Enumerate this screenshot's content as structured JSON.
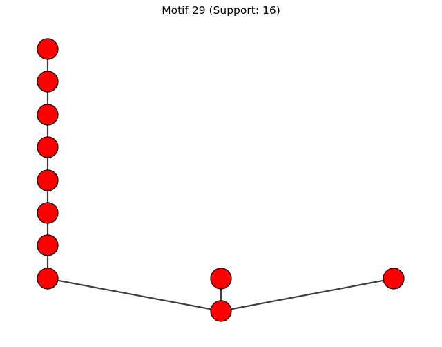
{
  "title": "Motif 29 (Support: 16)",
  "colors": {
    "node_fill": "#ff0000",
    "node_stroke": "#000000",
    "edge": "#404040",
    "background": "#ffffff"
  },
  "graph": {
    "nodes": [
      "n1",
      "n2",
      "n3",
      "n4",
      "n5",
      "n6",
      "n7",
      "n8",
      "n9",
      "n10",
      "n11"
    ],
    "edges": [
      [
        "n1",
        "n2"
      ],
      [
        "n2",
        "n3"
      ],
      [
        "n3",
        "n4"
      ],
      [
        "n4",
        "n5"
      ],
      [
        "n5",
        "n6"
      ],
      [
        "n6",
        "n7"
      ],
      [
        "n7",
        "n8"
      ],
      [
        "n8",
        "n10"
      ],
      [
        "n9",
        "n10"
      ],
      [
        "n10",
        "n11"
      ]
    ]
  }
}
